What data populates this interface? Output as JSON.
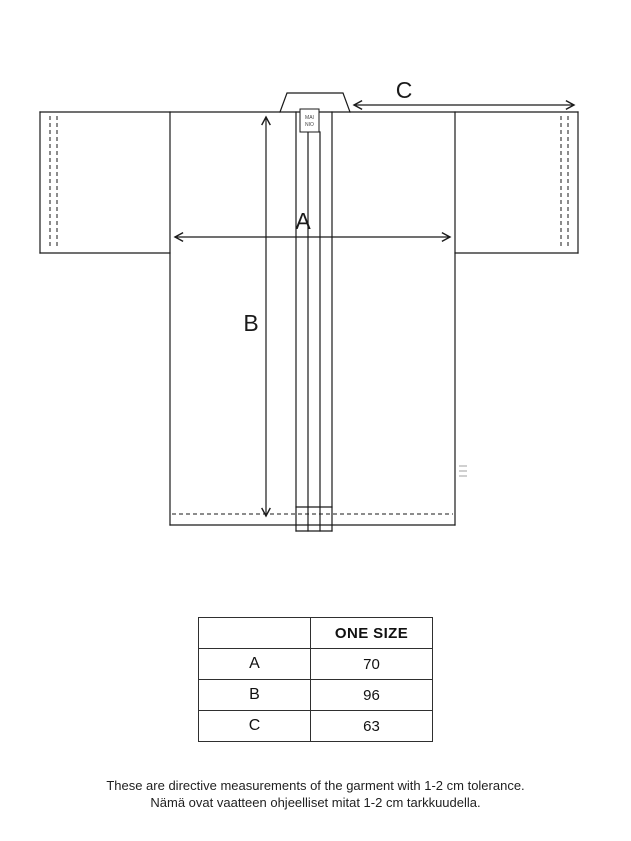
{
  "diagram": {
    "label_a": "A",
    "label_b": "B",
    "label_c": "C",
    "tag_lines": [
      "MAI",
      "NIO"
    ],
    "line_color": "#1a1a1a"
  },
  "table": {
    "size_header": "ONE SIZE",
    "rows": [
      {
        "label": "A",
        "value": "70"
      },
      {
        "label": "B",
        "value": "96"
      },
      {
        "label": "C",
        "value": "63"
      }
    ]
  },
  "footer": {
    "line1": "These are directive measurements of the garment with 1-2 cm tolerance.",
    "line2": "Nämä ovat vaatteen ohjeelliset mitat 1-2 cm tarkkuudella."
  }
}
